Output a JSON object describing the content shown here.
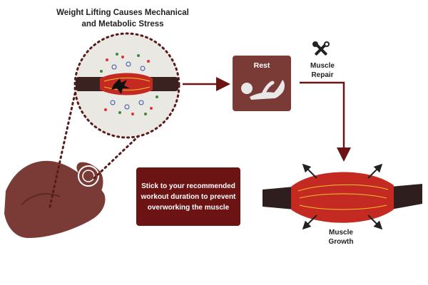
{
  "title": "Weight Lifting Causes Mechanical and Metabolic Stress",
  "rest": {
    "label": "Rest"
  },
  "repair": {
    "label": "Muscle Repair",
    "icon": "tools-icon"
  },
  "note": {
    "text": "Stick to your recommended workout duration to prevent overworking the muscle"
  },
  "growth": {
    "label": "Muscle Growth"
  },
  "colors": {
    "muscle_red": "#c52a22",
    "tendon": "#3a2220",
    "arm": "#7a3b36",
    "note_bg": "#6b1413",
    "arrow": "#6b1413",
    "circle_bg": "#e9e8e3",
    "fiber": "#f2c22e"
  }
}
